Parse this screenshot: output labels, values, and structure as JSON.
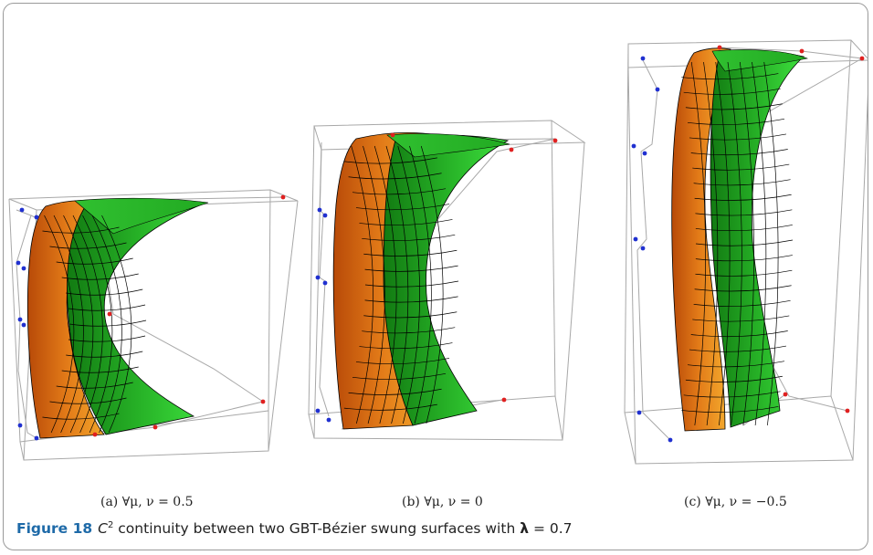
{
  "figure": {
    "label": "Figure 18",
    "caption_pre": "C",
    "caption_sup": "2",
    "caption_post": " continuity between two GBT-Bézier swung surfaces with ",
    "caption_symbol": "λ",
    "caption_tail": " = 0.7"
  },
  "subfigures": [
    {
      "id": "a",
      "caption": "(a) ∀μ, ν = 0.5"
    },
    {
      "id": "b",
      "caption": "(b) ∀μ, ν = 0"
    },
    {
      "id": "c",
      "caption": "(c) ∀μ, ν = −0.5"
    }
  ],
  "colors": {
    "orange": "#f0a020",
    "orange_dark": "#c85a10",
    "green": "#33cc33",
    "green_dark": "#1a8a1a",
    "control_blue": "#2030d0",
    "control_red": "#e02020",
    "wire": "#9a9a9a"
  }
}
